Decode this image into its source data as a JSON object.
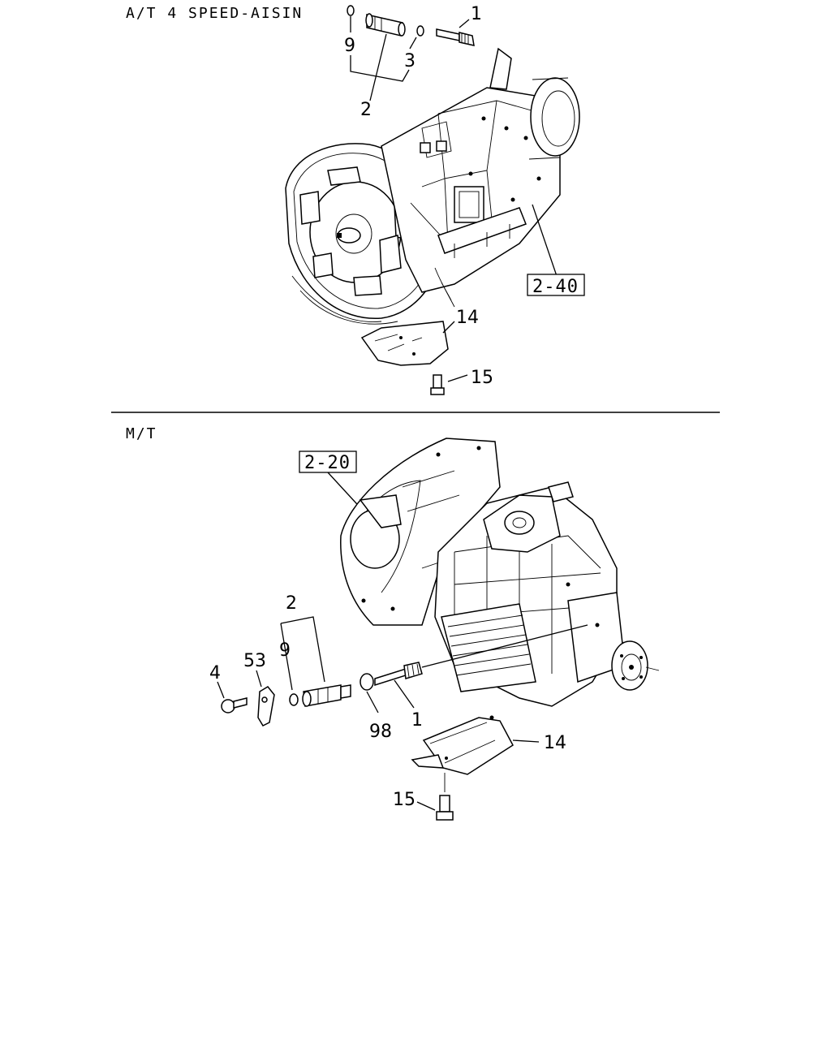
{
  "sections": {
    "automatic": {
      "header": "A/T 4 SPEED-AISIN"
    },
    "manual": {
      "header": "M/T"
    }
  },
  "callouts": {
    "at": {
      "c1": "1",
      "c9": "9",
      "c3": "3",
      "c2": "2",
      "c14": "14",
      "c15": "15",
      "ref": "2-40"
    },
    "mt": {
      "c2": "2",
      "c9": "9",
      "c53": "53",
      "c4": "4",
      "c98": "98",
      "c1": "1",
      "c14": "14",
      "c15": "15",
      "ref": "2-20"
    }
  }
}
